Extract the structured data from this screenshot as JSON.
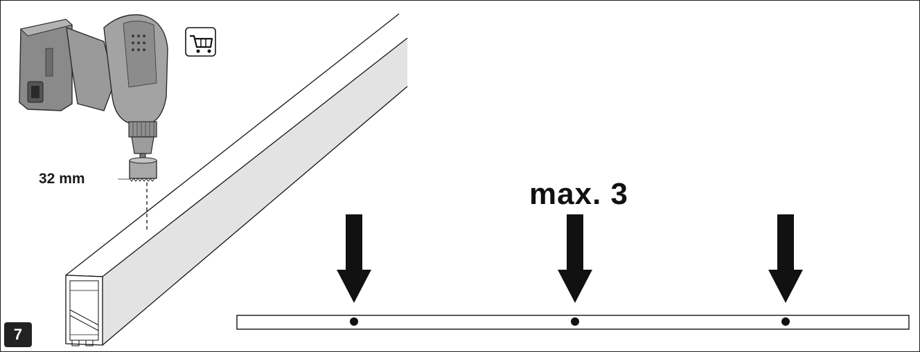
{
  "step": {
    "number": "7"
  },
  "drill": {
    "hole_size_label": "32 mm"
  },
  "mounting": {
    "max_label": "max. 3",
    "hole_count": 3
  },
  "icons": {
    "cart": "shopping-cart-icon",
    "drill": "cordless-drill-icon",
    "hole_saw": "hole-saw-icon"
  },
  "colors": {
    "line": "#111111",
    "profile_fill": "#e3e3e3",
    "badge": "#222222"
  }
}
